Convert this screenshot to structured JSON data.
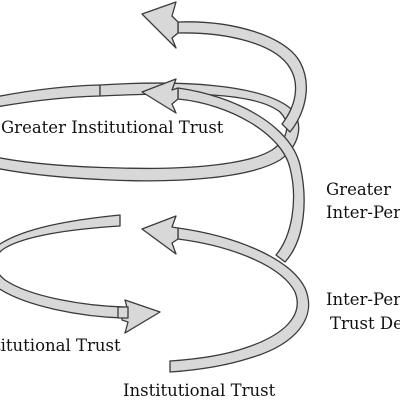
{
  "diagram": {
    "labels": {
      "greater_institutional_trust": "Greater Institutional Trust",
      "greater_inter_personal_line1": "Greater",
      "greater_inter_personal_line2": "Inter-Pers",
      "inter_personal_trust_dev_line1": "Inter-Pers",
      "inter_personal_trust_dev_line2": "Trust Dev",
      "institutional_trust_middle": "titutional Trust",
      "institutional_trust_bottom": "Institutional Trust"
    },
    "colors": {
      "arrow_fill": "#d8d8d8",
      "arrow_stroke": "#3a3a3a",
      "text": "#111111"
    }
  }
}
